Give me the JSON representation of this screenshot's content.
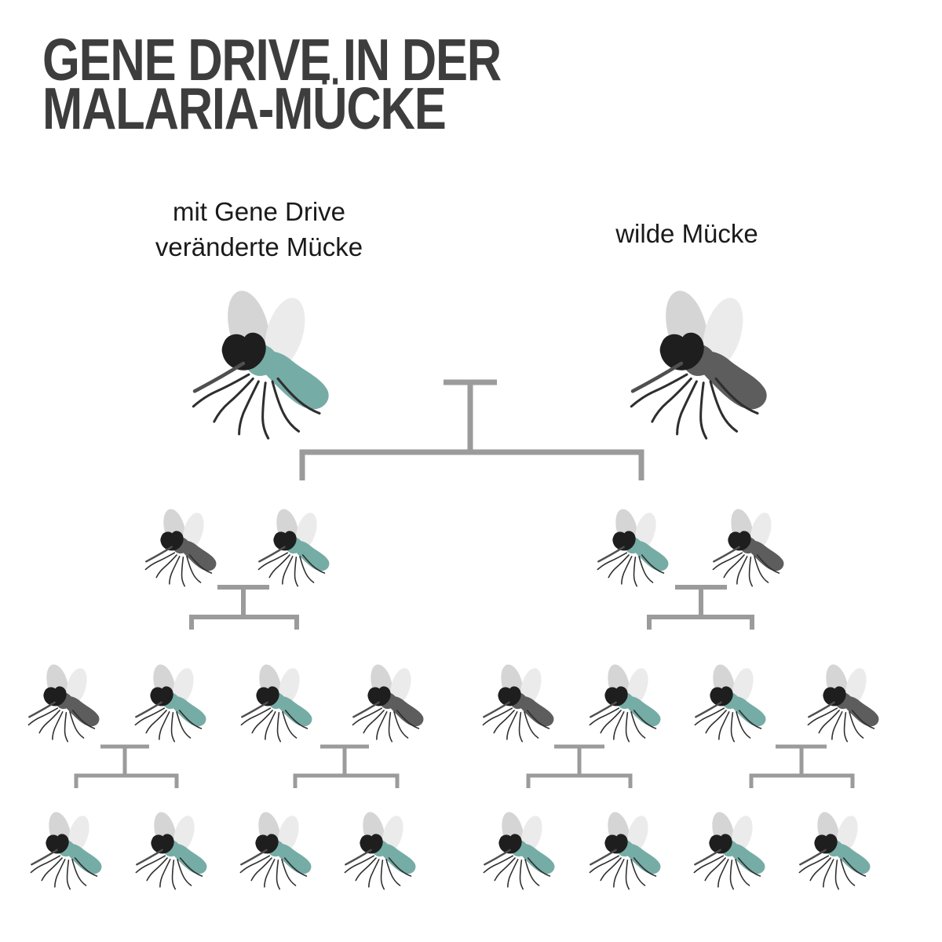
{
  "title": {
    "line1": "GENE DRIVE IN DER",
    "line2": "MALARIA-MÜCKE"
  },
  "labels": {
    "gene_drive_line1": "mit Gene Drive",
    "gene_drive_line2": "veränderte Mücke",
    "wild": "wilde Mücke"
  },
  "colors": {
    "gene_drive_body": "#76aca6",
    "wild_body": "#5d5d5d",
    "connector": "#9b9b9b",
    "title_text": "#3d3d3d",
    "label_text": "#1a1a1a"
  },
  "diagram": {
    "type": "pedigree-tree",
    "generations": [
      [
        "gene-drive",
        "wild"
      ],
      [
        "wild",
        "gene-drive",
        "gene-drive",
        "wild"
      ],
      [
        "wild",
        "gene-drive",
        "gene-drive",
        "wild",
        "wild",
        "gene-drive",
        "gene-drive",
        "wild"
      ],
      [
        "gene-drive",
        "gene-drive",
        "gene-drive",
        "gene-drive",
        "gene-drive",
        "gene-drive",
        "gene-drive",
        "gene-drive"
      ]
    ]
  }
}
